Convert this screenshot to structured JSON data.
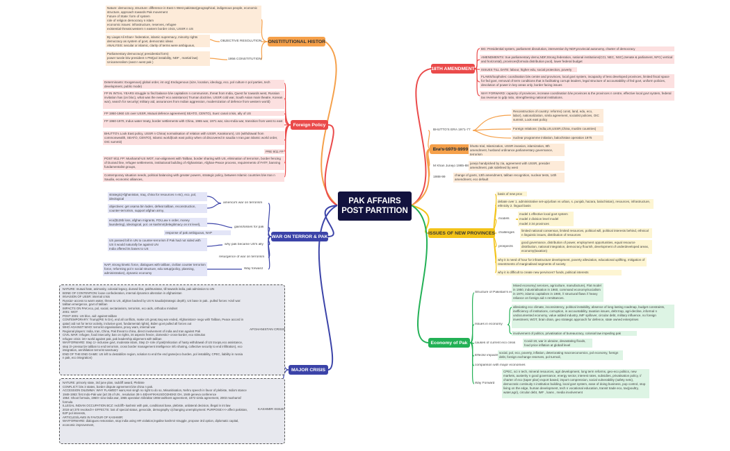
{
  "root": {
    "title": "PAK AFFAIRS POST PARTITION"
  },
  "colors": {
    "orange": "#f5a04a",
    "red": "#ea4a4a",
    "yellow": "#f3c318",
    "green": "#22b055",
    "blue": "#3b43a8",
    "root": "#12123e"
  },
  "constitutional_history": {
    "label": "CONSTITUTIONAL HISTORY",
    "leaf1": "Nature: democracy, structure:  difference in East n West pakistan(geographical, indigenous people, economic structure, approach towards Pak movement\nFuture of State: form of system\nrole of religion democracy n islam\neconomic issues: infrastructure, reserves, refugee\nexistential threats:western n eastern border crisis, USSR n US",
    "objective_resolution": {
      "label": "OBJECTIVE RESOLUTION",
      "text": "By Liaqat Ali Khan+ federation, islamic supremacy, minority rights democracy as system of govt, democratic ideas\nANALYSIS: secular or islamic, clarity of terms were ambiguous,"
    },
    "constitution_1956": {
      "label": "1956 CONSTITUTION",
      "text": "Parliamentary democracy( presidential form)\npower tussle b/w president n PM(pol instability, NDF , martial law)\nUnicameralism (east n west pak )"
    }
  },
  "eighteenth_amendment": {
    "label": "18TH AMENDMENT",
    "items": [
      "BG: Presidential system, parliament dissolution, intervention by NDF,provincial autonomy, charter of democracy",
      "AMENDMENTS: true parliamentary demo,NDF,Strong federation, national institutions(CCI, NEC, NSC),Senate & parliament, NFC( vertical and horizontal), provinces(formula distribution pool), lower federal budget",
      "ISSUES TILL DATE: labour, higher edu, social protection, poverty",
      "FLAWS/loopholes: coordination b/w centre and provinces, local govt system, incapacity of less developed provinces, limited fiscal space for fed govt, removal of term conditions that is facilitating corrupt leaders, legal structure of accountability of fed govt, uniform policies, devolution of power in key areas only, border facing issues",
      "WAY FORWARD: capacity of provinces, increase coordination b/w provinces & the provinces n centre, effective local govt system, federal tax revenue to gdp ratio, strengthening national institutions."
    ]
  },
  "foreign_policy": {
    "label": "Foreign Policy",
    "items": [
      "Determinants: Exogenous( global order, int org) Endogenous (size, location, ideology, eco, pol culture n pol parties, tech development, public mode)",
      "FP IN INTIAL YEARS  struggle to find balance b/w capitalism n communism, threat from India, Quest for towards west, Russian invitation has (on bloc), what was the need? eco assistance) Truman doctrine, USSR cold war, South Asian main theatre, Korean war), search for security( military aid, assurances from Indian aggression, modernization of defence from western world)",
      "FP 1950-1960   US over USSR, Mutual defence agreement( SEATO, CENTO), Suez canal crisis, ally of US",
      "FP 1960-1970,  Indus water treaty, border settlements with China, 1965 war, 1971 war, sino-India war, transition from west to east",
      "BHUTTO's Look East policy, USSR n China( normalisation of relation with USSR, Karakorum), US (withdrawal from commonwealth, SEATO, CENTO), Islamic world(look east policy when oil discovered in saudia n Iran,pan islamic world order, OIC summit)"
    ],
    "pre_911": "PRE 9/11 FP",
    "items2": [
      "POST 9/11 FP: Musharraf-US WOT,  non-alignment with Taliban, border sharing with US, elimination of terrorism, border fencing of Durand line, refugee settlements, institutional building of Afghanistan, Afghan-Peace process, requirements of FATF, banning fundamentalist groups,",
      "Contemporary situation needs,  political balancing with greater powers, strategic policy, between Islamic countries b/w Iran n Saudia, economic alliances,"
    ]
  },
  "war_on_terror": {
    "label": "WAR ON TERROR & PAK",
    "america": {
      "label": "america's war on terrorism",
      "items": [
        "strategic(Afghanistan, Iraq, china for resources n etc), eco, pol, ideological",
        "objectives: get osama bin laden, defeat taliban, reconstruction, counter-terrorism, support afghan army,"
      ]
    },
    "gains": {
      "label": "gains/losses for pak",
      "items": [
        "eco($128b loss, afghan migrants, FDI,Law n order, money laundering), ideological, pol. on kashmir(delegitimacy on int level), loss of life"
      ]
    },
    "response": "response of pak ambiguous, NAP",
    "why": {
      "label": "why pak became US's ally",
      "text": "US passed bill in UN to counter-terrorism if Pak had not sided with US it would naturally be against UN\nIndia offered its bases to US"
    },
    "resurgence": "resurgence of war on terrorism",
    "way_forward": {
      "label": "Way forward",
      "text": "NAP, strong kinetic force, dialogues with taliban, civilian counter terrorism force, reforming pol n social structure, edu setup(policy, planning, administration), dynamic economy"
    }
  },
  "major_crisis": {
    "label": "MAJOR CRISIS",
    "afghanistan": {
      "label": "AFGHANISTAN CRISIS",
      "text": "NATURE: mutual hate, animosity, colonial legacy, durand line, pakhtunistan, till towards india, pak admission to UN\nBONE OF CONTENTION: loose confederation, internal dynamics alteration in afghanistan\nINVASION OF USSR: internal crisis\nRussia> access to warm water, threat to US, afghan backed by US N Saudia(strategic depth), US base in pak.. pulled forces >civil war: taliban emergence, govt of taliban\nIMPACTS ON PAK:eco, pol, social, sectarianism, terrorism, eco aids, orthodox mindset\n2001: WOT\nPOST 2001: US bloc, aid:  against taliban\nCONTEMPORARY:  Trump(PIE N OA), end all conflicts, make US great,Iraq war ended, Afghanistan>  nego with Taliban, Peace accord in qatar) aid not for terror activity, inclusive govt, fundamental rights), Biden govt pulled all forces out\nWHO AGAINST WHO: terrorist organisations, proxy wars, internal war\nRegional players: India, Iran, China, Pak      threat to china, direct involvement of india and Iran against Pak\nCIVIL WAR: refugee, food insecurity, ban on rights, int aspects freeze,    domestic> cross-border, eco stimulus\nrefugee crisis: int> world against pak, pak leadership alignment with taliban\nWAYFORWARD:  Step 1> inclusive govt, moderate islam, Step 2> role of pak(Imlication of hasty withdrawal of US troops,eco assistance, step 3> pressurize taliban to end terrorism, cross border management intelligence info sharing, collective security to end infiltration), eco integration, annihilation terrorist sanctuary\nEND OF THE END GAME: US left to destabilize region, solution to end the end game(eco burden, pol instability, CPEC, liability in russia n pak, eco integration)"
    },
    "kashmir": {
      "label": "KASHMIR ISSUE",
      "text": "NATURE: princely state, 3rd june plan, radcliff award, Plebiste\nCONFLICT: b/w 3 states, border dispute agreement b/w china n pak.\nACCESSION DILEMMA: WHY FLAWED? wars,Hari singh no right to do so, Misunitisation, Nehru speech in favor of plebiste, India's stance\n1948-1953: first Indo-Pak war (art 35 of UN , resolution 39 n 48)HAFIKHUSOO2HEKE OH, 1949 geneva conference\n1964: Shoot formula, 1960> sino-india war, 1965 operation Gibraltar 1966 tashkent agreement, 1972 simla agreement, 2003 musharraf formula\nILLEGAL INDIAN OCCUPATION BCZ: redcliff> kashmir with pak, conditional base, plebiste, unilateral decision, illegal in int law\n2019 art 370 revoked>> EFFECTS: lost of special status, genocide, demography c(changing unemployment: PURPOSE>>> affect pakistan, BJP pol interests,\nARTICLES/LAWS IN FAVOUR OF KASHMIR:\nWAYFORWARD: dialogues restoration, stop india using HR violation,legalise kashmir struggle, propose 3rd option, diplomatic capital, economic improvement,"
    }
  },
  "eras": {
    "label": "Era's 1971-1999",
    "bhutto": {
      "label": "BHUTTO'S ERA 1971-77",
      "items": [
        "Reconstruction of country: reforms( const, land, edu, eco, labor), nationalization, simla agreement, socialist policies, OIC summit, Look east policy",
        "Foreign relations: (India,US,USSR,China, muslim countries)",
        "nuclear programme initiation, balochistan operation 1975"
      ]
    },
    "zia": {
      "label": "Zia ul Haq 1977-88",
      "text": "bhutto trial, Islamization, USSR invasion, islamization, 8th amendment, husband ordinance,parliamentary governance, terrorism"
    },
    "junejo": {
      "label": "M Khan Junejo 1985-88",
      "text": "junejo handpicked by zia, agreement with USSR, presider amendment, pak sidelined by west"
    },
    "nineties": {
      "label": "1988-99",
      "text": "change of govts, 13th amendment, taliban recognition, nuclear tests, 14th amendment, eco default"
    }
  },
  "new_provinces": {
    "label": "ISSUES OF NEW PROVINCES",
    "basis": "basis of new prov",
    "debate": "debate over 1. administrative set-up(urban vs urban, s. punjab, hazara, balochistan), resources, infrastructure, ethnicity   2. lingual basis",
    "models": {
      "label": "models",
      "items": [
        "model 1 effective local govt system",
        "model 2 division level model",
        "model 3 34 provinces"
      ]
    },
    "challenges": {
      "label": "challenges",
      "text": "limited national consensus, limited resources, political will, political interests behind, ethnical n linguistic issues, distribution of resources"
    },
    "prospects": {
      "label": "prospects",
      "text": "good governance, distribution of power, employment opportunities, equal resource distribution, national integration, democracy flourish, development of underdeveloped areas, economy(taxation)"
    },
    "need": "why it is need of hour for infrastructure development, poverty alleviation, educational uplifting, mitigation of resentments of marginalised  segments of society",
    "difficult": "why it is difficult to create new pervinces? funds, political interests"
  },
  "economy": {
    "label": "Economy of Pak",
    "structure": {
      "label": "Structure of Pakistan's economy",
      "text": "Mixed economy( services, agriculture, manufacture), Flat model in 1950, industrialisation in 1960, command economy/socialism in 1970, islamic capitalism in 1980, // structural flaws // heavy reliance on foreign aid n remittances."
    },
    "issues": {
      "label": "Issues in economy",
      "items": [
        "alleviating eco climate, inconsistency, political instability, absence of long lasting roadmap, budget constraints, inefficiency of institutions, corruption, in accountability, taxation issues, debt trap, agri-decline, informal n undocumented economy, value added industry, IMF spillover, circular debt, military influence, no foreign investment, WOT, brain drain, geo strategic approach for defence, state owned enterprises",
        "involvement of politics, privatisation of bureaucracy, colonial law impeding pak"
      ]
    },
    "causes": {
      "label": "causes of current eco crisis",
      "text": "Covid-19, war in ukraine, devastating floods, food price inflation at globall level"
    },
    "effects": {
      "label": "Effects/ impacts",
      "text": "social, pol, eco, poverty, inflation, deteriorating macroeconomics, pol economy, foreign debt, foreign exchange reserves,  pol turmoil,"
    },
    "comparison": "comparison with major economies",
    "way_forward": {
      "label": "Way Forward",
      "text": "CPEC, sci n tech, mineral resources, agri development, long term reforms, geo-eco politics, new markets, austerity n good governance, energy sector, interest rates, subsidies, privatisation policy, // charter of eco (taper plan) export based, import compression, social vulnerability (safety nets), democratic continuity n institution building, local govt system, ease of doing business, pop control, stop living on the edge, human development, tech n vocational education, transit trade eco, tax(poultry, water,agri), circular debt, IMF , loans , media involvement"
    }
  }
}
